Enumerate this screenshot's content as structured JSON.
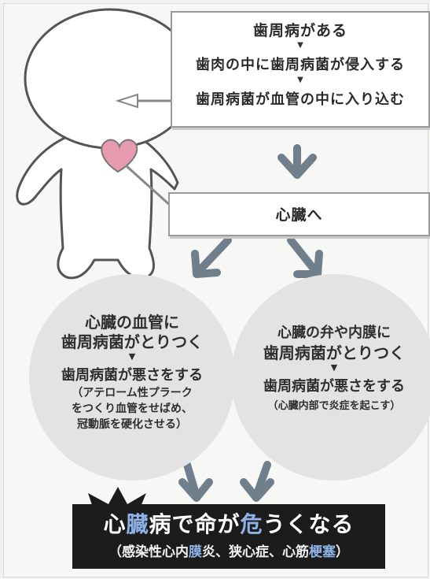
{
  "box_top": {
    "line1": "歯周病がある",
    "line2": "歯肉の中に歯周病菌が侵入する",
    "line3": "歯周病菌が血管の中に入り込む",
    "arrow": "▼"
  },
  "box_heart": {
    "label": "心臓へ"
  },
  "circle_left": {
    "line1": "心臓の血管に",
    "line2": "歯周病菌がとりつく",
    "arrow": "▼",
    "line3": "歯周病菌が悪さをする",
    "line4": "（アテローム性プラーク",
    "line5": "をつくり血管をせばめ、",
    "line6": "冠動脈を硬化させる）"
  },
  "circle_right": {
    "line1": "心臓の弁や内膜に",
    "line2": "歯周病菌がとりつく",
    "arrow": "▼",
    "line3": "歯周病菌が悪さをする",
    "line4": "（心臓内部で炎症を起こす）"
  },
  "banner": {
    "title_a": "心",
    "title_hl1": "臓",
    "title_b": "病で命が",
    "title_hl2": "危",
    "title_c": "うくなる",
    "sub_a": "（感染性心内",
    "sub_hl1": "膜",
    "sub_b": "炎、狭心症、心筋",
    "sub_hl2": "梗塞",
    "sub_c": "）"
  },
  "colors": {
    "heart": "#e79bb1",
    "arrow": "#6f7f8c",
    "banner": "#1c1c1c",
    "highlight": "#8fb2e6"
  }
}
